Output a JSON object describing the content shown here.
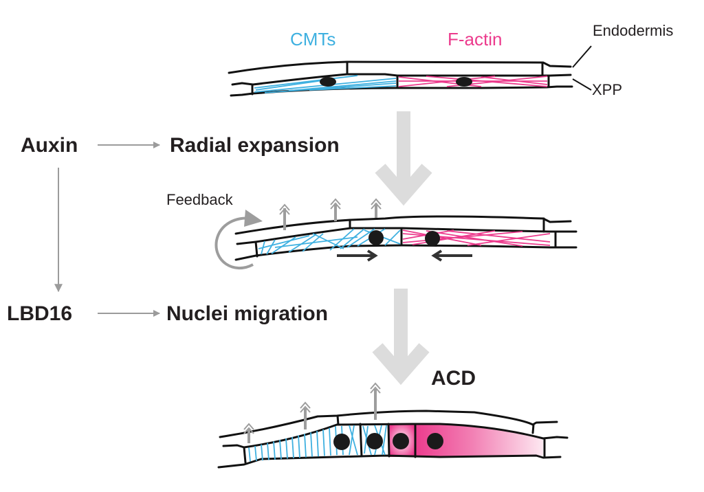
{
  "labels": {
    "cmts": "CMTs",
    "factin": "F-actin",
    "endodermis": "Endodermis",
    "xpp": "XPP",
    "auxin": "Auxin",
    "radial_expansion": "Radial expansion",
    "feedback": "Feedback",
    "lbd16": "LBD16",
    "nuclei_migration": "Nuclei migration",
    "acd": "ACD"
  },
  "colors": {
    "cmt_blue": "#3eb0e0",
    "factin_pink": "#ec3b8d",
    "text_dark": "#231f20",
    "arrow_gray": "#9b9b9b",
    "big_arrow_gray": "#dcdcdc",
    "nucleus": "#1a1a1a"
  },
  "stages": [
    {
      "name": "initial",
      "description": "XPP cells with longitudinal CMTs and F-actin network"
    },
    {
      "name": "radial-expansion",
      "description": "Radial expansion with feedback; nuclei migrate toward common wall"
    },
    {
      "name": "acd",
      "description": "Asymmetric cell division with F-actin gradient"
    }
  ],
  "relations": [
    {
      "from": "Auxin",
      "to": "Radial expansion"
    },
    {
      "from": "Auxin",
      "to": "LBD16"
    },
    {
      "from": "LBD16",
      "to": "Nuclei migration"
    }
  ]
}
